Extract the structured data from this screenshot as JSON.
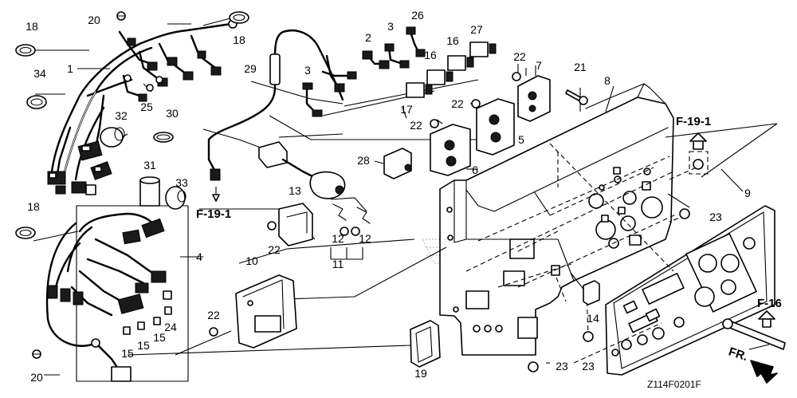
{
  "diagram_code": "Z114F0201F",
  "references": {
    "f19_upper": "F-19-1",
    "f19_left": "F-19-1",
    "f16": "F-16",
    "front": "FR."
  },
  "callouts": {
    "c1": "1",
    "c2": "2",
    "c3a": "3",
    "c3b": "3",
    "c4": "4",
    "c5": "5",
    "c6": "6",
    "c7": "7",
    "c8": "8",
    "c9": "9",
    "c10": "10",
    "c11": "11",
    "c12a": "12",
    "c12b": "12",
    "c13": "13",
    "c14": "14",
    "c15a": "15",
    "c15b": "15",
    "c15c": "15",
    "c16a": "16",
    "c16b": "16",
    "c17": "17",
    "c18a": "18",
    "c18b": "18",
    "c18c": "18",
    "c19": "19",
    "c20a": "20",
    "c20b": "20",
    "c21": "21",
    "c22a": "22",
    "c22b": "22",
    "c22c": "22",
    "c22d": "22",
    "c22e": "22",
    "c23a": "23",
    "c23b": "23",
    "c23c": "23",
    "c24": "24",
    "c25": "25",
    "c26": "26",
    "c27": "27",
    "c28": "28",
    "c29": "29",
    "c30": "30",
    "c31": "31",
    "c32": "32",
    "c33": "33",
    "c34": "34"
  }
}
